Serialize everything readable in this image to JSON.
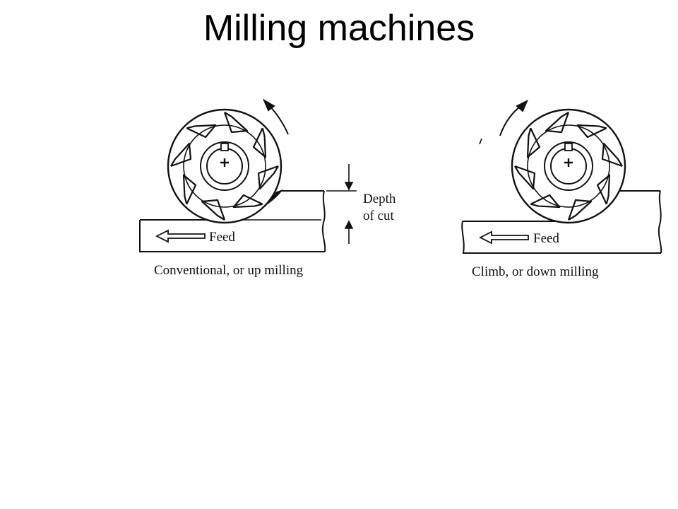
{
  "title": "Milling machines",
  "diagram": {
    "left": {
      "caption": "Conventional, or up milling",
      "feed_label": "Feed",
      "depth_label_line1": "Depth",
      "depth_label_line2": "of cut"
    },
    "right": {
      "caption": "Climb, or down milling",
      "feed_label": "Feed"
    }
  },
  "colors": {
    "ink": "#111111",
    "background": "#ffffff"
  }
}
